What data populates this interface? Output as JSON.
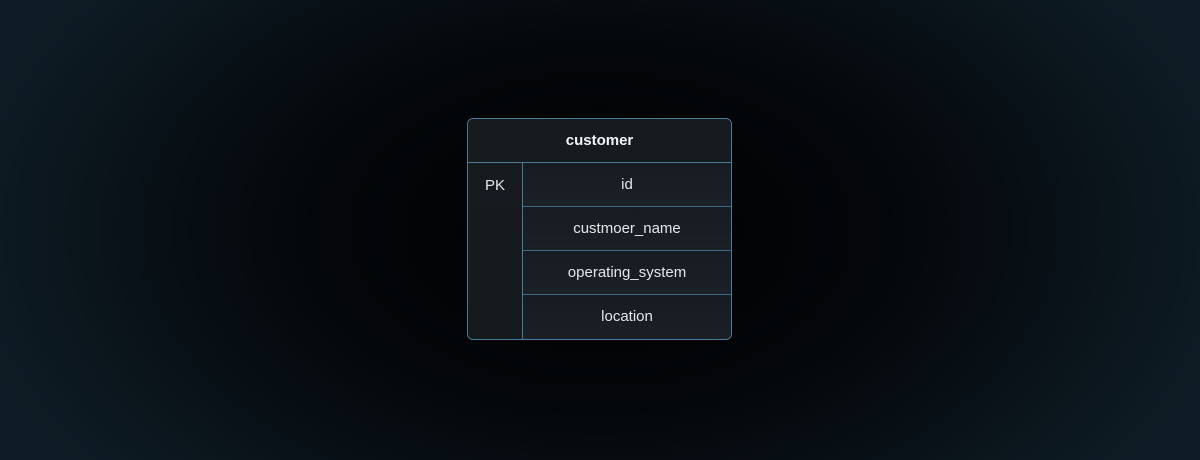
{
  "diagram": {
    "type": "entity-table",
    "table": {
      "name": "customer",
      "key_label": "PK",
      "fields": [
        {
          "name": "id",
          "key": "PK"
        },
        {
          "name": "custmoer_name",
          "key": ""
        },
        {
          "name": "operating_system",
          "key": ""
        },
        {
          "name": "location",
          "key": ""
        }
      ]
    },
    "colors": {
      "border": "#4b7a93",
      "table_bg": "#14191e",
      "text": "#e4e7e9",
      "background_center": "#000000",
      "background_edge": "#0e1c25"
    }
  }
}
